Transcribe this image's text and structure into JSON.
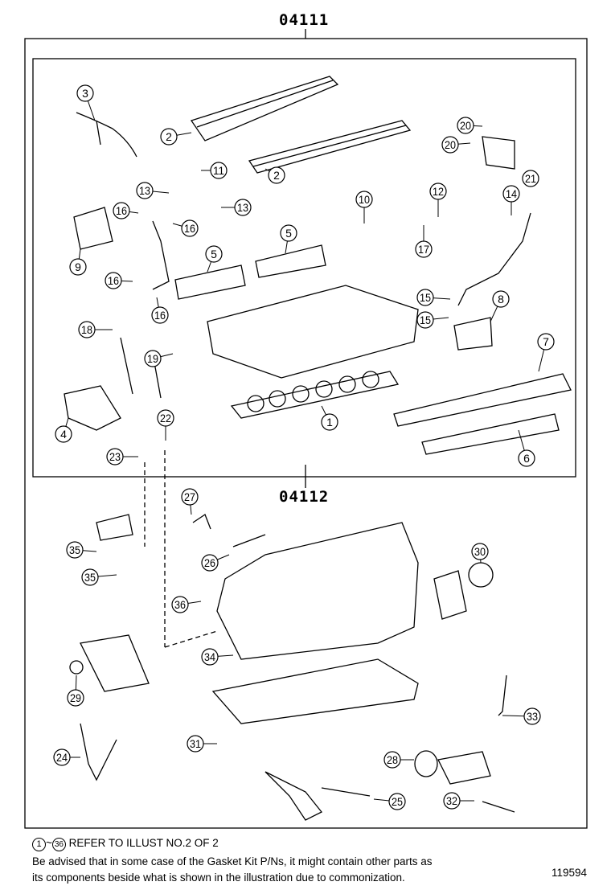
{
  "diagram": {
    "kit_outer_title": "04111",
    "kit_inner_title": "04112",
    "callouts": [
      "3",
      "2",
      "11",
      "13",
      "13",
      "16",
      "16",
      "9",
      "5",
      "5",
      "16",
      "16",
      "18",
      "19",
      "4",
      "22",
      "23",
      "1",
      "2",
      "20",
      "20",
      "21",
      "14",
      "10",
      "12",
      "17",
      "15",
      "15",
      "8",
      "7",
      "6",
      "27",
      "26",
      "35",
      "35",
      "36",
      "30",
      "34",
      "29",
      "33",
      "31",
      "24",
      "28",
      "25",
      "32"
    ]
  },
  "footer": {
    "range_start": "1",
    "range_end": "36",
    "range_sep": "~",
    "refer_text": "REFER TO ILLUST NO.2 OF 2",
    "advisory_line1": "Be advised that in some case of the Gasket Kit P/Ns,  it might contain other parts as",
    "advisory_line2": "its components beside what is shown in the illustration due to commonization.",
    "illustration_number": "119594"
  }
}
